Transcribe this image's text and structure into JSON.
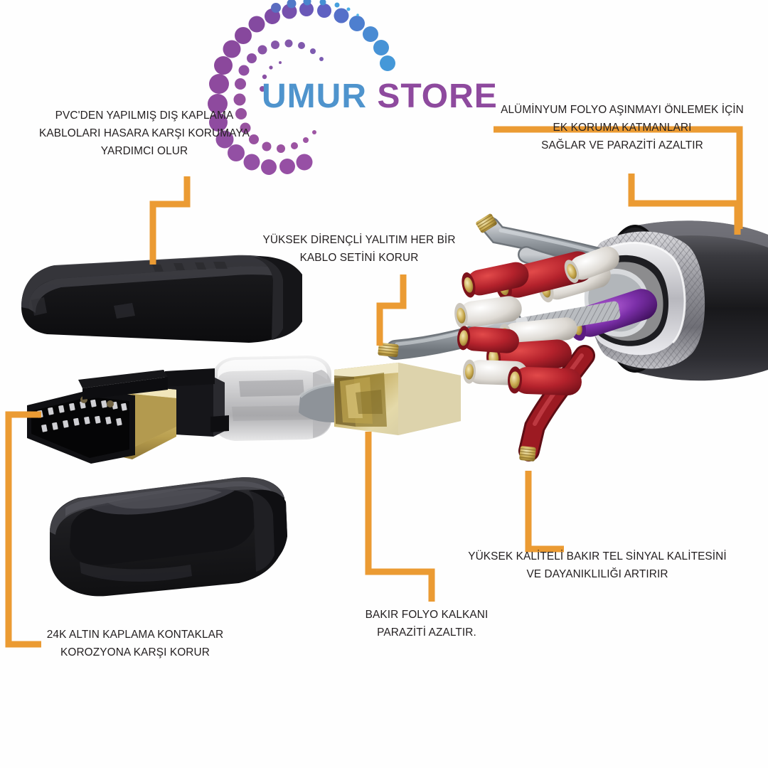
{
  "brand": {
    "name_part1": "UMUR",
    "name_part2": "STORE",
    "color_blue": "#4f94cd",
    "color_purple": "#8e4a9e",
    "logo_icon": "dot-spiral-logo"
  },
  "accent": {
    "leader_line_color": "#eb9b33",
    "text_color": "#231f20"
  },
  "annotations": [
    {
      "id": "pvc-outer-jacket",
      "name": "annotation-pvc-jacket",
      "lines": [
        "PVC'DEN YAPILMIŞ DIŞ KAPLAMA",
        "KABLOLARI HASARA KARŞI KORUMAYA",
        "YARDIMCI OLUR"
      ]
    },
    {
      "id": "aluminium-foil",
      "name": "annotation-aluminium-foil",
      "lines": [
        "ALÜMİNYUM FOLYO AŞINMAYI ÖNLEMEK İÇİN",
        "EK KORUMA KATMANLARI",
        "SAĞLAR VE PARAZİTİ AZALTIR"
      ]
    },
    {
      "id": "insulation",
      "name": "annotation-insulation",
      "lines": [
        "YÜKSEK DİRENÇLİ YALITIM HER BİR",
        "KABLO SETİNİ KORUR"
      ]
    },
    {
      "id": "copper-wire",
      "name": "annotation-copper-wire",
      "lines": [
        "YÜKSEK KALİTELİ BAKIR TEL SİNYAL KALİTESİNİ",
        "VE DAYANIKLILIĞI ARTIRIR"
      ]
    },
    {
      "id": "copper-foil-shield",
      "name": "annotation-copper-foil-shield",
      "lines": [
        "BAKIR FOLYO KALKANI",
        "PARAZİTİ AZALTIR."
      ]
    },
    {
      "id": "gold-contacts",
      "name": "annotation-gold-contacts",
      "lines": [
        "24K ALTIN KAPLAMA KONTAKLAR",
        "KOROZYONA KARŞI KORUR"
      ]
    }
  ],
  "product": {
    "label": "hdmi-cable-cutaway-diagram",
    "parts": [
      {
        "name": "connector-top-shell",
        "description": "black upper housing"
      },
      {
        "name": "hdmi-gold-plug",
        "description": "24K gold plated HDMI male plug"
      },
      {
        "name": "translucent-housing",
        "description": "clear plastic inner housing"
      },
      {
        "name": "copper-foil-cone",
        "description": "gold copper foil shield cone"
      },
      {
        "name": "connector-bottom-shell",
        "description": "black lower housing"
      },
      {
        "name": "cable-cutaway",
        "description": "cable cross section with wires, braid and jacket"
      }
    ],
    "wire_colors": {
      "red": "#b4222c",
      "dark_red": "#8c1622",
      "purple": "#7b2fa8",
      "white": "#e8e6e2",
      "grey": "#9ea3a8",
      "gold": "#c9a646",
      "black": "#1b1b1d"
    }
  }
}
